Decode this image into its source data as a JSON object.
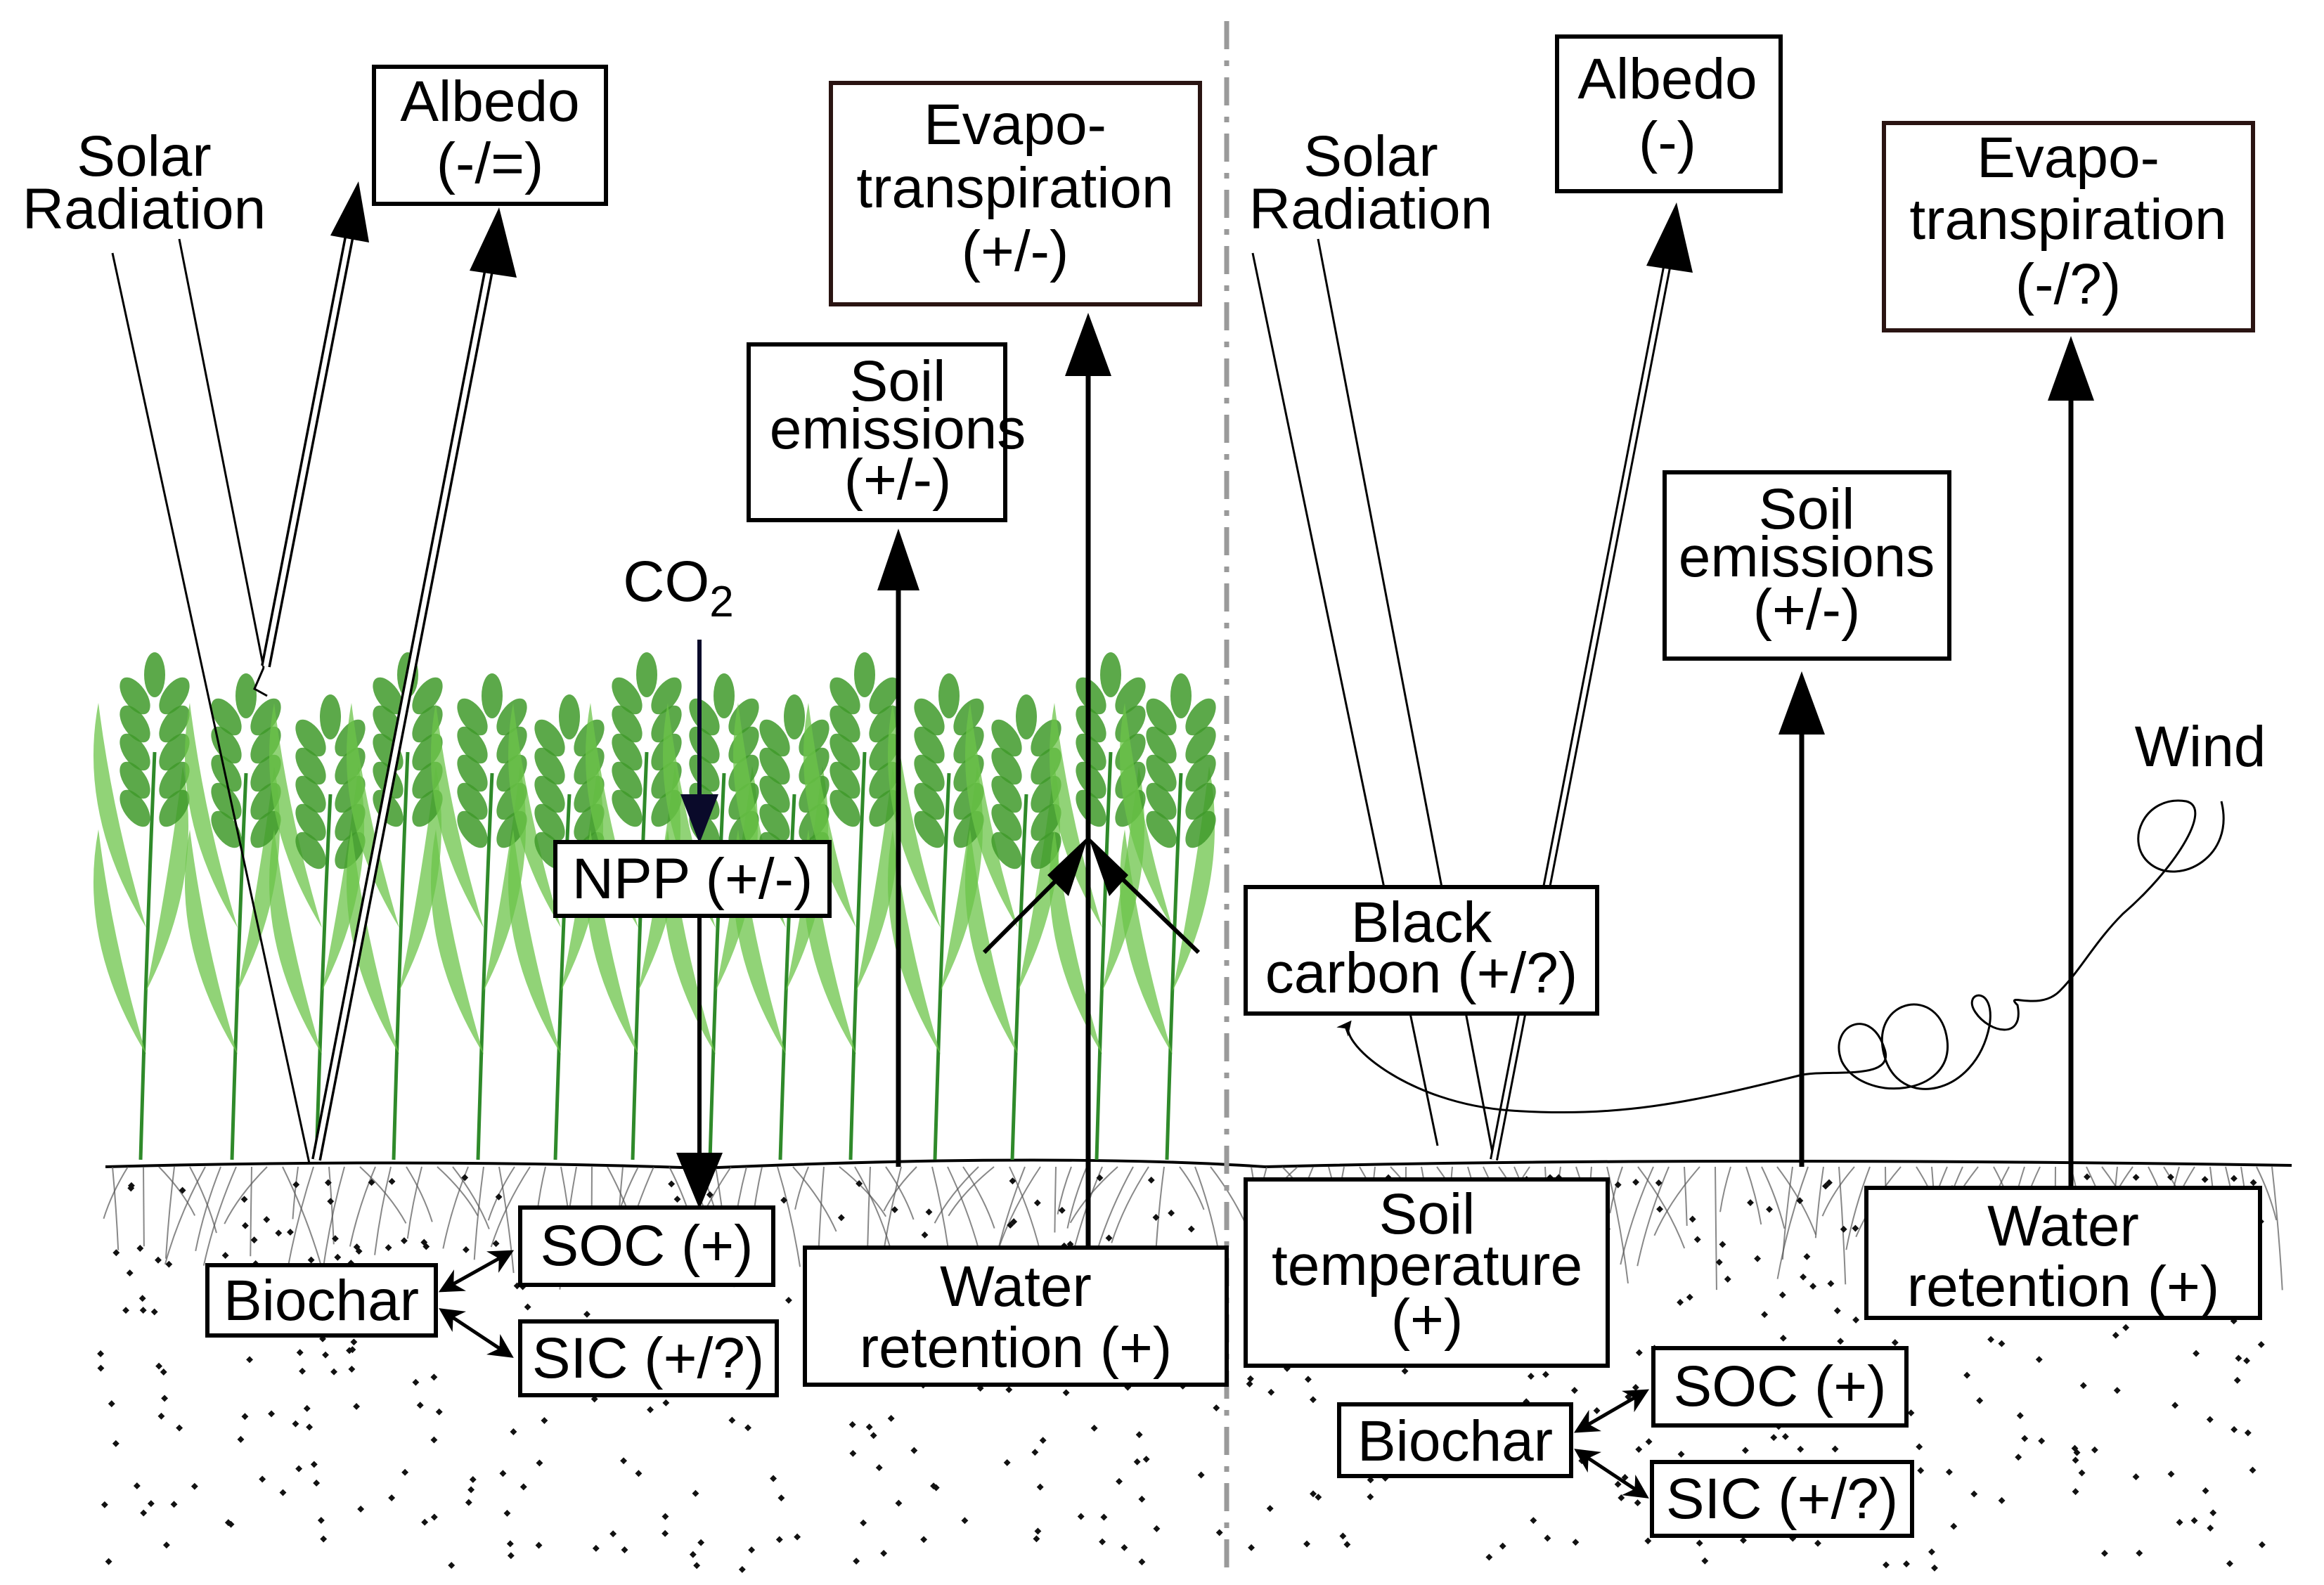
{
  "divider_color": "#9a9a9a",
  "plant_color": "#3f9a2a",
  "left": {
    "solar_line1": "Solar",
    "solar_line2": "Radiation",
    "albedo_line1": "Albedo",
    "albedo_line2": "(-/=)",
    "evapo_line1": "Evapo-",
    "evapo_line2": "transpiration",
    "evapo_line3": "(+/-)",
    "soil_em_line1": "Soil",
    "soil_em_line2": "emissions",
    "soil_em_line3": "(+/-)",
    "co2_text": "CO",
    "co2_sub": "2",
    "npp": "NPP (+/-)",
    "soc": "SOC (+)",
    "biochar": "Biochar",
    "sic": "SIC (+/?)",
    "water_line1": "Water",
    "water_line2": "retention (+)"
  },
  "right": {
    "solar_line1": "Solar",
    "solar_line2": "Radiation",
    "albedo_line1": "Albedo",
    "albedo_line2": "(-)",
    "evapo_line1": "Evapo-",
    "evapo_line2": "transpiration",
    "evapo_line3": "(-/?)",
    "soil_em_line1": "Soil",
    "soil_em_line2": "emissions",
    "soil_em_line3": "(+/-)",
    "wind": "Wind",
    "black_carbon_line1": "Black",
    "black_carbon_line2": "carbon (+/?)",
    "soil_temp_line1": "Soil",
    "soil_temp_line2": "temperature",
    "soil_temp_line3": "(+)",
    "water_line1": "Water",
    "water_line2": "retention (+)",
    "soc": "SOC (+)",
    "biochar": "Biochar",
    "sic": "SIC (+/?)"
  }
}
